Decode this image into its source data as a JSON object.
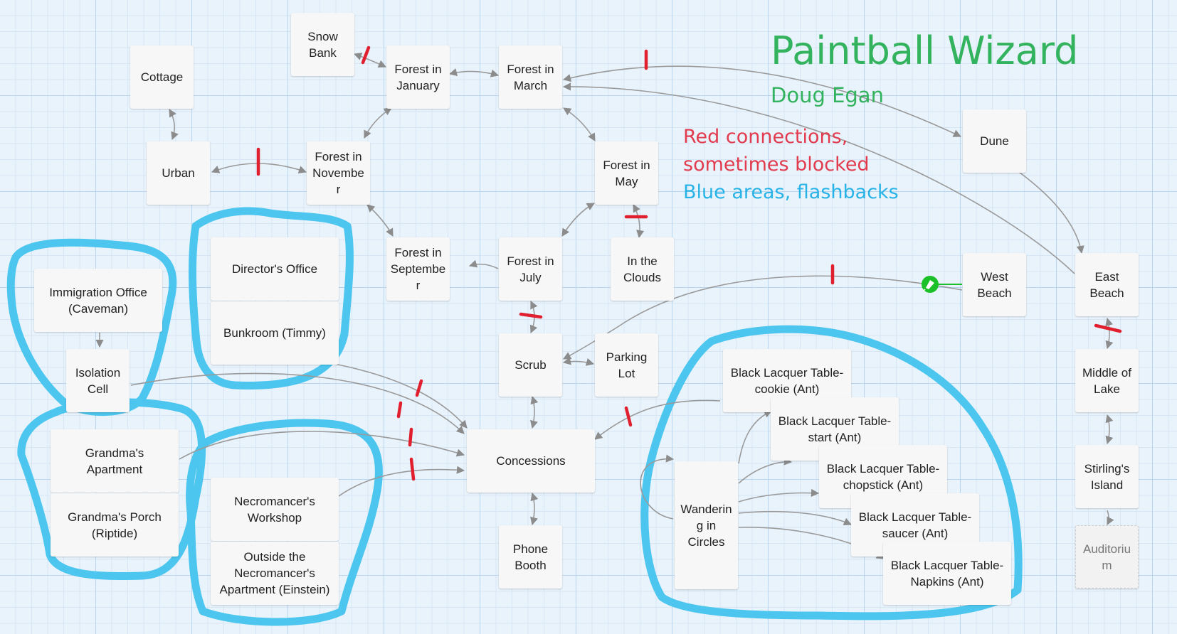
{
  "title": "Paintball Wizard",
  "author": "Doug Egan",
  "legend": {
    "red_line1": "Red connections,",
    "red_line2": "sometimes blocked",
    "blue_line": "Blue areas, flashbacks"
  },
  "colors": {
    "title_green": "#33b35e",
    "legend_red": "#e23b4d",
    "legend_blue": "#27b3e6",
    "flashback_outline": "#4cc6ef",
    "blocked_mark": "#e0202e",
    "connector_gray": "#9a9a9a",
    "start_marker": "#1cc12a"
  },
  "start_marker_icon": "rocket-icon",
  "nodes": {
    "snow_bank": "Snow\nBank",
    "cottage": "Cottage",
    "forest_january": "Forest in\nJanuary",
    "forest_march": "Forest in\nMarch",
    "urban": "Urban",
    "forest_november": "Forest in\nNovembe\nr",
    "forest_may": "Forest in\nMay",
    "dune": "Dune",
    "forest_september": "Forest in\nSeptembe\nr",
    "forest_july": "Forest in\nJuly",
    "in_the_clouds": "In the\nClouds",
    "west_beach": "West\nBeach",
    "east_beach": "East\nBeach",
    "immigration_office": "Immigration Office\n(Caveman)",
    "directors_office": "Director's Office",
    "bunkroom": "Bunkroom (Timmy)",
    "isolation_cell": "Isolation\nCell",
    "scrub": "Scrub",
    "parking_lot": "Parking\nLot",
    "middle_of_lake": "Middle of\nLake",
    "grandmas_apartment": "Grandma's\nApartment",
    "grandmas_porch": "Grandma's Porch\n(Riptide)",
    "concessions": "Concessions",
    "necromancers_workshop": "Necromancer's\nWorkshop",
    "outside_necromancer": "Outside the\nNecromancer's\nApartment (Einstein)",
    "phone_booth": "Phone\nBooth",
    "stirlings_island": "Stirling's\nIsland",
    "auditorium": "Auditoriu\nm",
    "blt_cookie": "Black Lacquer Table-\ncookie (Ant)",
    "blt_start": "Black Lacquer Table-\nstart (Ant)",
    "blt_chopstick": "Black Lacquer Table-\nchopstick (Ant)",
    "blt_saucer": "Black Lacquer Table-\nsaucer (Ant)",
    "blt_napkins": "Black Lacquer Table-\nNapkins (Ant)",
    "wandering_in_circles": "Wanderin\ng in\nCircles"
  }
}
